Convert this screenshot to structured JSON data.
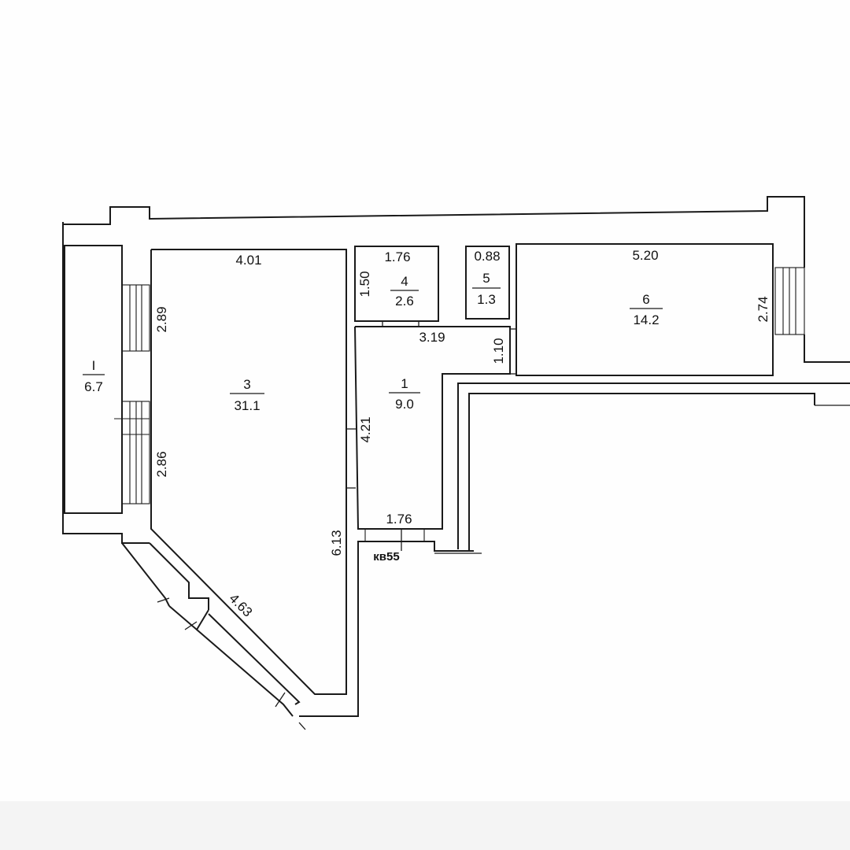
{
  "rooms": [
    {
      "id": "I",
      "area": "6.7"
    },
    {
      "id": "3",
      "area": "31.1"
    },
    {
      "id": "4",
      "area": "2.6"
    },
    {
      "id": "5",
      "area": "1.3"
    },
    {
      "id": "6",
      "area": "14.2"
    },
    {
      "id": "1",
      "area": "9.0"
    }
  ],
  "dimensions": {
    "room3_width": "4.01",
    "room3_upper_depth": "2.89",
    "room3_lower_depth": "2.86",
    "room3_right_wall": "6.13",
    "room3_diagonal": "4.63",
    "room4_width": "1.76",
    "room4_depth": "1.50",
    "room5_width": "0.88",
    "room6_width": "5.20",
    "room6_depth": "2.74",
    "room1_top": "3.19",
    "room1_depth": "4.21",
    "room1_step": "1.10",
    "room1_bottom": "1.76"
  },
  "apartment_label": "кв55"
}
